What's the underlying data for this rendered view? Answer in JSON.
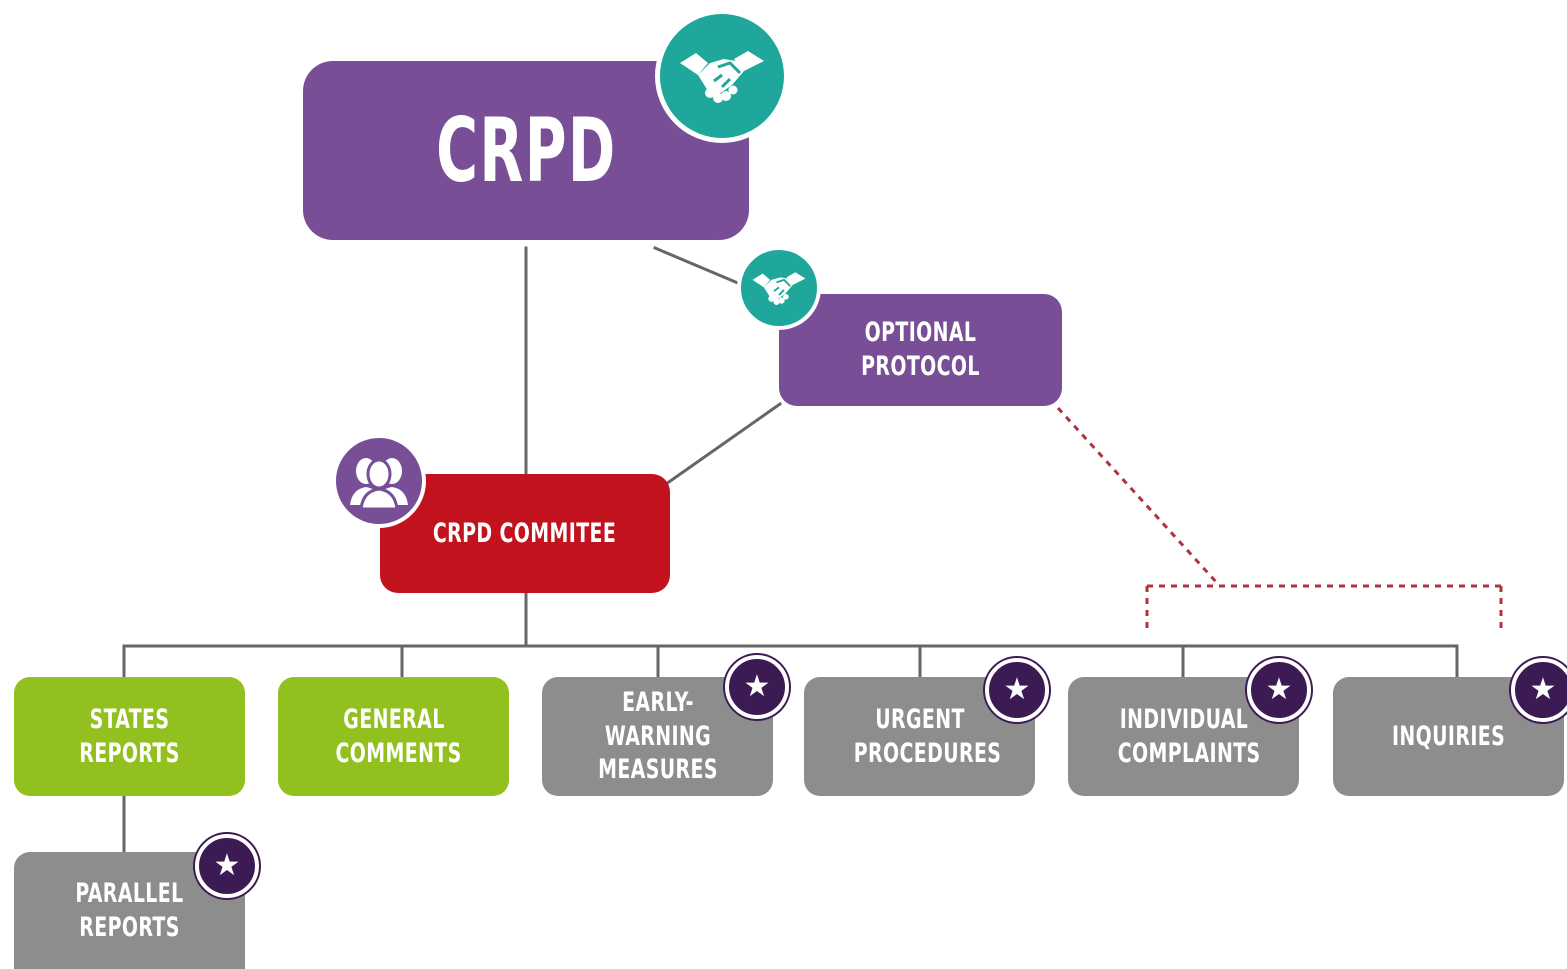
{
  "diagram": {
    "nodes": {
      "crpd": {
        "label": "CRPD"
      },
      "optional_protocol": {
        "label": "OPTIONAL PROTOCOL"
      },
      "committee": {
        "label": "CRPD COMMITEE"
      },
      "states_reports": {
        "label": "STATES REPORTS"
      },
      "general_comments": {
        "label": "GENERAL COMMENTS"
      },
      "early_warning": {
        "label": "EARLY-WARNING MEASURES"
      },
      "urgent_procedures": {
        "label": "URGENT PROCEDURES"
      },
      "individual_complaints": {
        "label": "INDIVIDUAL COMPLAINTS"
      },
      "inquiries": {
        "label": "INQUIRIES"
      },
      "parallel_reports": {
        "label": "PARALLEL REPORTS"
      }
    },
    "edges": [
      {
        "from": "crpd",
        "to": "committee",
        "style": "solid"
      },
      {
        "from": "crpd",
        "to": "optional_protocol",
        "style": "solid"
      },
      {
        "from": "optional_protocol",
        "to": "committee",
        "style": "solid"
      },
      {
        "from": "committee",
        "to": "states_reports",
        "style": "solid"
      },
      {
        "from": "committee",
        "to": "general_comments",
        "style": "solid"
      },
      {
        "from": "committee",
        "to": "early_warning",
        "style": "solid"
      },
      {
        "from": "committee",
        "to": "urgent_procedures",
        "style": "solid"
      },
      {
        "from": "committee",
        "to": "individual_complaints",
        "style": "solid"
      },
      {
        "from": "committee",
        "to": "inquiries",
        "style": "solid"
      },
      {
        "from": "states_reports",
        "to": "parallel_reports",
        "style": "solid"
      },
      {
        "from": "optional_protocol",
        "to": "individual_complaints",
        "style": "dotted"
      },
      {
        "from": "optional_protocol",
        "to": "inquiries",
        "style": "dotted"
      }
    ],
    "icons": {
      "crpd": "handshake-icon",
      "optional_protocol": "handshake-icon",
      "committee": "people-icon",
      "star": "star-icon"
    },
    "colors": {
      "purple": "#784f96",
      "red": "#c2121d",
      "green": "#92c01f",
      "gray": "#8d8d8d",
      "teal": "#1ea79a",
      "star_badge": "#3c1a54",
      "line": "#666666",
      "dotted_line": "#b0343f"
    }
  }
}
